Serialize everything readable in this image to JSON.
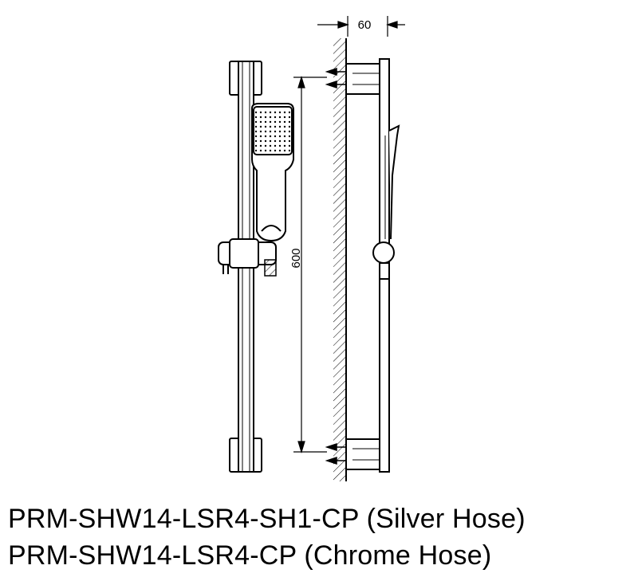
{
  "drawing": {
    "dim_width_label": "60",
    "dim_height_label": "600"
  },
  "captions": {
    "line1": "PRM-SHW14-LSR4-SH1-CP (Silver Hose)",
    "line2": "PRM-SHW14-LSR4-CP (Chrome Hose)"
  },
  "colors": {
    "stroke": "#000000",
    "background": "#ffffff"
  }
}
